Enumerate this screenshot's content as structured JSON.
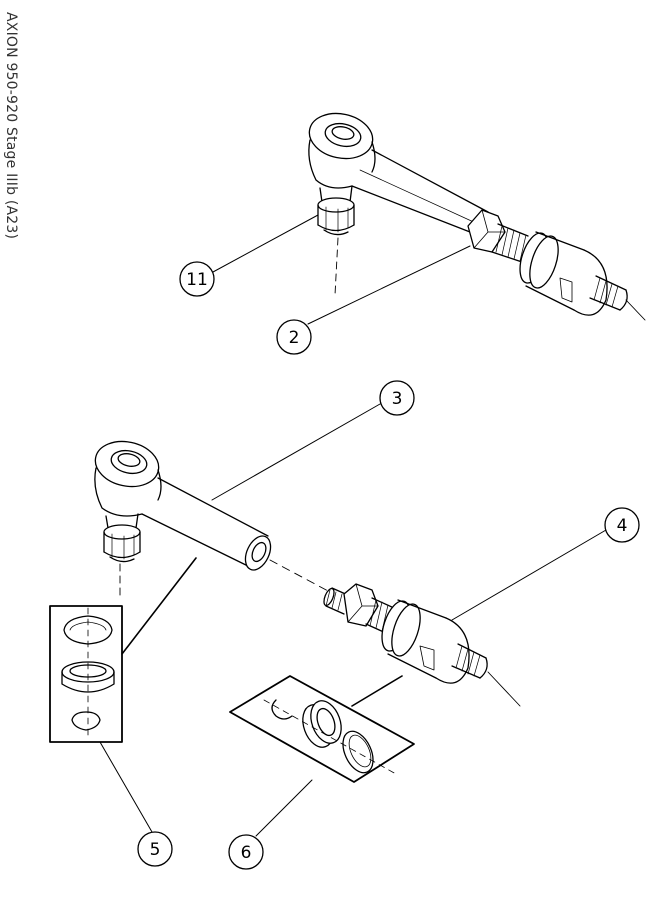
{
  "title": "AXION 950-920 Stage IIIb (A23)",
  "callouts": {
    "c11": "11",
    "c2": "2",
    "c3": "3",
    "c4": "4",
    "c5": "5",
    "c6": "6"
  }
}
